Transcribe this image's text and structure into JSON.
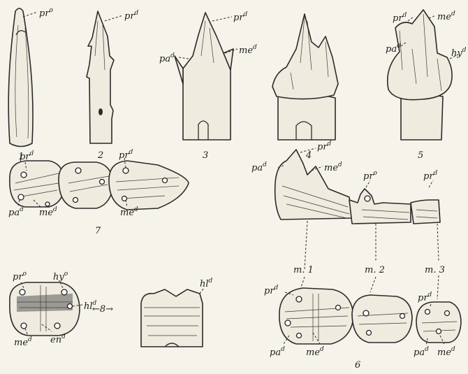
{
  "figure_numbers": {
    "f1": "1",
    "f2": "2",
    "f3": "3",
    "f4": "4",
    "f5": "5",
    "f6": "6",
    "f7": "7",
    "f8": "←8→"
  },
  "molar_labels": {
    "m1": "m. 1",
    "m2": "m. 2",
    "m3": "m. 3"
  },
  "labels": {
    "f1_pr": "pr",
    "f2_pr": "pr",
    "f3_pr": "pr",
    "f3_pa": "pa",
    "f3_me": "me",
    "f5_pr": "pr",
    "f5_me": "me",
    "f5_pa": "pa",
    "f5_hy": "hy",
    "f7_pr1": "pr",
    "f7_pr2": "pr",
    "f7_pa": "pa",
    "f7_me1": "me",
    "f7_me2": "me",
    "f8_pr": "pr",
    "f8_hy": "hy",
    "f8_hl": "hl",
    "f8_me": "me",
    "f8_en": "en",
    "f8_hl2": "hl",
    "f6_pr_top": "pr",
    "f6_pa_top": "pa",
    "f6_me_top": "me",
    "f6_pr_mid": "pr",
    "f6_pr_right": "pr",
    "f6_pr_bl": "pr",
    "f6_pa_bl": "pa",
    "f6_me_bl": "me",
    "f6_pr_br": "pr",
    "f6_pa_br": "pa",
    "f6_me_br": "me"
  },
  "superscripts": {
    "d": "d",
    "o": "o"
  }
}
